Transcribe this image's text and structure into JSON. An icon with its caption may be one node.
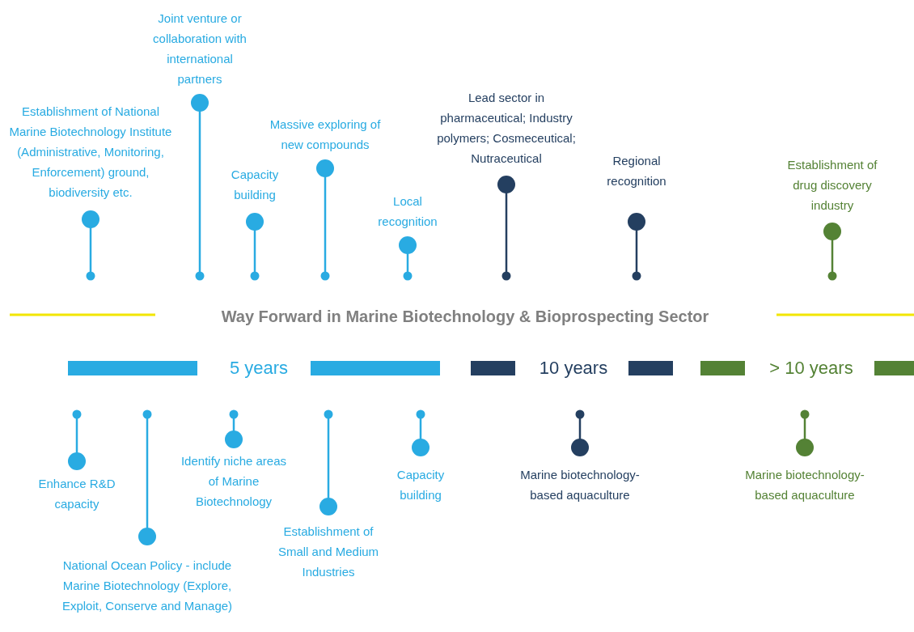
{
  "diagram": {
    "title": "Way Forward in Marine Biotechnology & Bioprospecting Sector",
    "nodes": [
      {
        "text": [
          "Establishment of National Marine Biotechnology Institute (Administrative, Monitoring, Enforcement) ground, biodiversity etc."
        ]
      },
      {
        "text": [
          "Joint venture or collaboration with international partners"
        ]
      },
      {
        "text": [
          "Capacity building"
        ]
      },
      {
        "text": [
          "Massive exploring of new compounds"
        ]
      },
      {
        "text": [
          "Local recognition"
        ]
      },
      {
        "text": [
          "Lead sector in pharmaceutical; Industry polymers; Cosmeceutical; Nutraceutical"
        ]
      },
      {
        "text": [
          "Regional recognition"
        ]
      },
      {
        "text": [
          "Establishment of drug discovery industry"
        ]
      },
      {
        "text": [
          "Enhance R&D capacity"
        ]
      },
      {
        "text": [
          "National Ocean Policy - include Marine Biotechnology (Explore, Exploit, Conserve and Manage)"
        ]
      },
      {
        "text": [
          "Identify niche areas of Marine Biotechnology"
        ]
      },
      {
        "text": [
          "Establishment of Small and Medium Industries"
        ]
      },
      {
        "text": [
          "Capacity building"
        ]
      },
      {
        "text": [
          "Marine biotechnology-based aquaculture"
        ]
      },
      {
        "text": [
          "Marine biotechnology-based aquaculture"
        ]
      }
    ],
    "labels": [
      "5 years",
      "10 years",
      "> 10 years"
    ]
  }
}
